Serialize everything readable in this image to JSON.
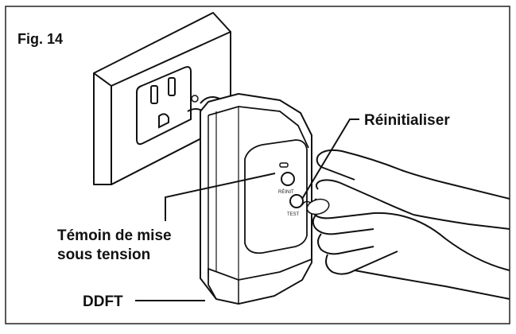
{
  "figure": {
    "label": "Fig. 14"
  },
  "callouts": {
    "reset": "Réinitialiser",
    "power_indicator_line1": "Témoin de mise",
    "power_indicator_line2": "sous tension",
    "gfci": "DDFT"
  },
  "device": {
    "button_top_label": "RÉINIT",
    "button_bottom_label": "TEST"
  }
}
